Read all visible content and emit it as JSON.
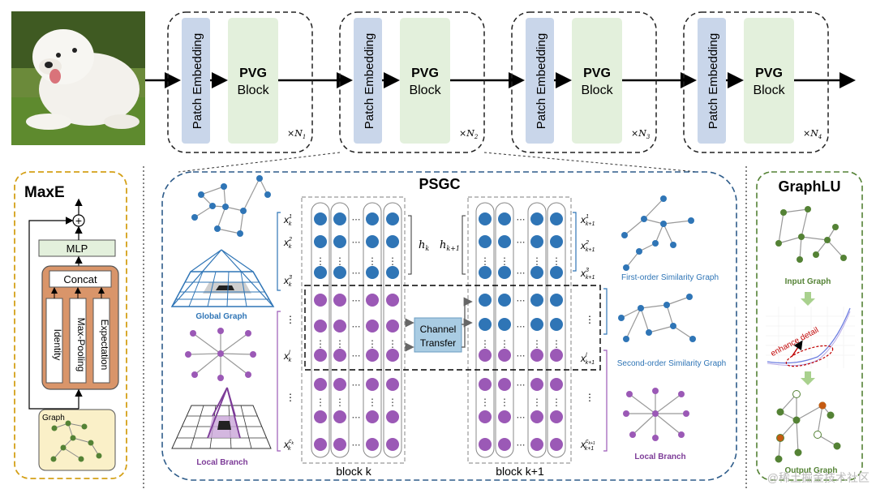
{
  "top": {
    "patch_label": "Patch Embedding",
    "pvg_title": "PVG",
    "pvg_sub": "Block",
    "stages": [
      {
        "mult": "×N",
        "sub": "1"
      },
      {
        "mult": "×N",
        "sub": "2"
      },
      {
        "mult": "×N",
        "sub": "3"
      },
      {
        "mult": "×N",
        "sub": "4"
      }
    ]
  },
  "maxe": {
    "title": "MaxE",
    "mlp": "MLP",
    "concat": "Concat",
    "branches": [
      "Identity",
      "Max-Pooling",
      "Expectation"
    ],
    "graph": "Graph",
    "plus": "+"
  },
  "psgc": {
    "title": "PSGC",
    "global_graph": "Global Graph",
    "local_branch_left": "Local Branch",
    "channel_transfer_1": "Channel",
    "channel_transfer_2": "Transfer",
    "block_k": "block k",
    "block_k1": "block k+1",
    "h_k": "h",
    "h_k_sub": "k",
    "h_k1": "h",
    "h_k1_sub": "k+1",
    "first_order": "First-order Similarity Graph",
    "second_order": "Second-order Similarity Graph",
    "local_branch_right": "Local Branch"
  },
  "graphlu": {
    "title": "GraphLU",
    "input_graph": "Input Graph",
    "enhance": "enhance detail",
    "output_graph": "Output Graph"
  },
  "watermark": "@稀土掘金技术社区",
  "colors": {
    "patch_blue": "#c9d6ea",
    "pvg_green": "#e3f0dc",
    "node_blue": "#2f75b6",
    "node_purple": "#9b59b6",
    "maxe_orange": "#d9956a",
    "graph_green": "#548235",
    "graphlu_border": "#70ad47",
    "psgc_border": "#2e5c8a",
    "channel_box": "#a9cce3"
  }
}
